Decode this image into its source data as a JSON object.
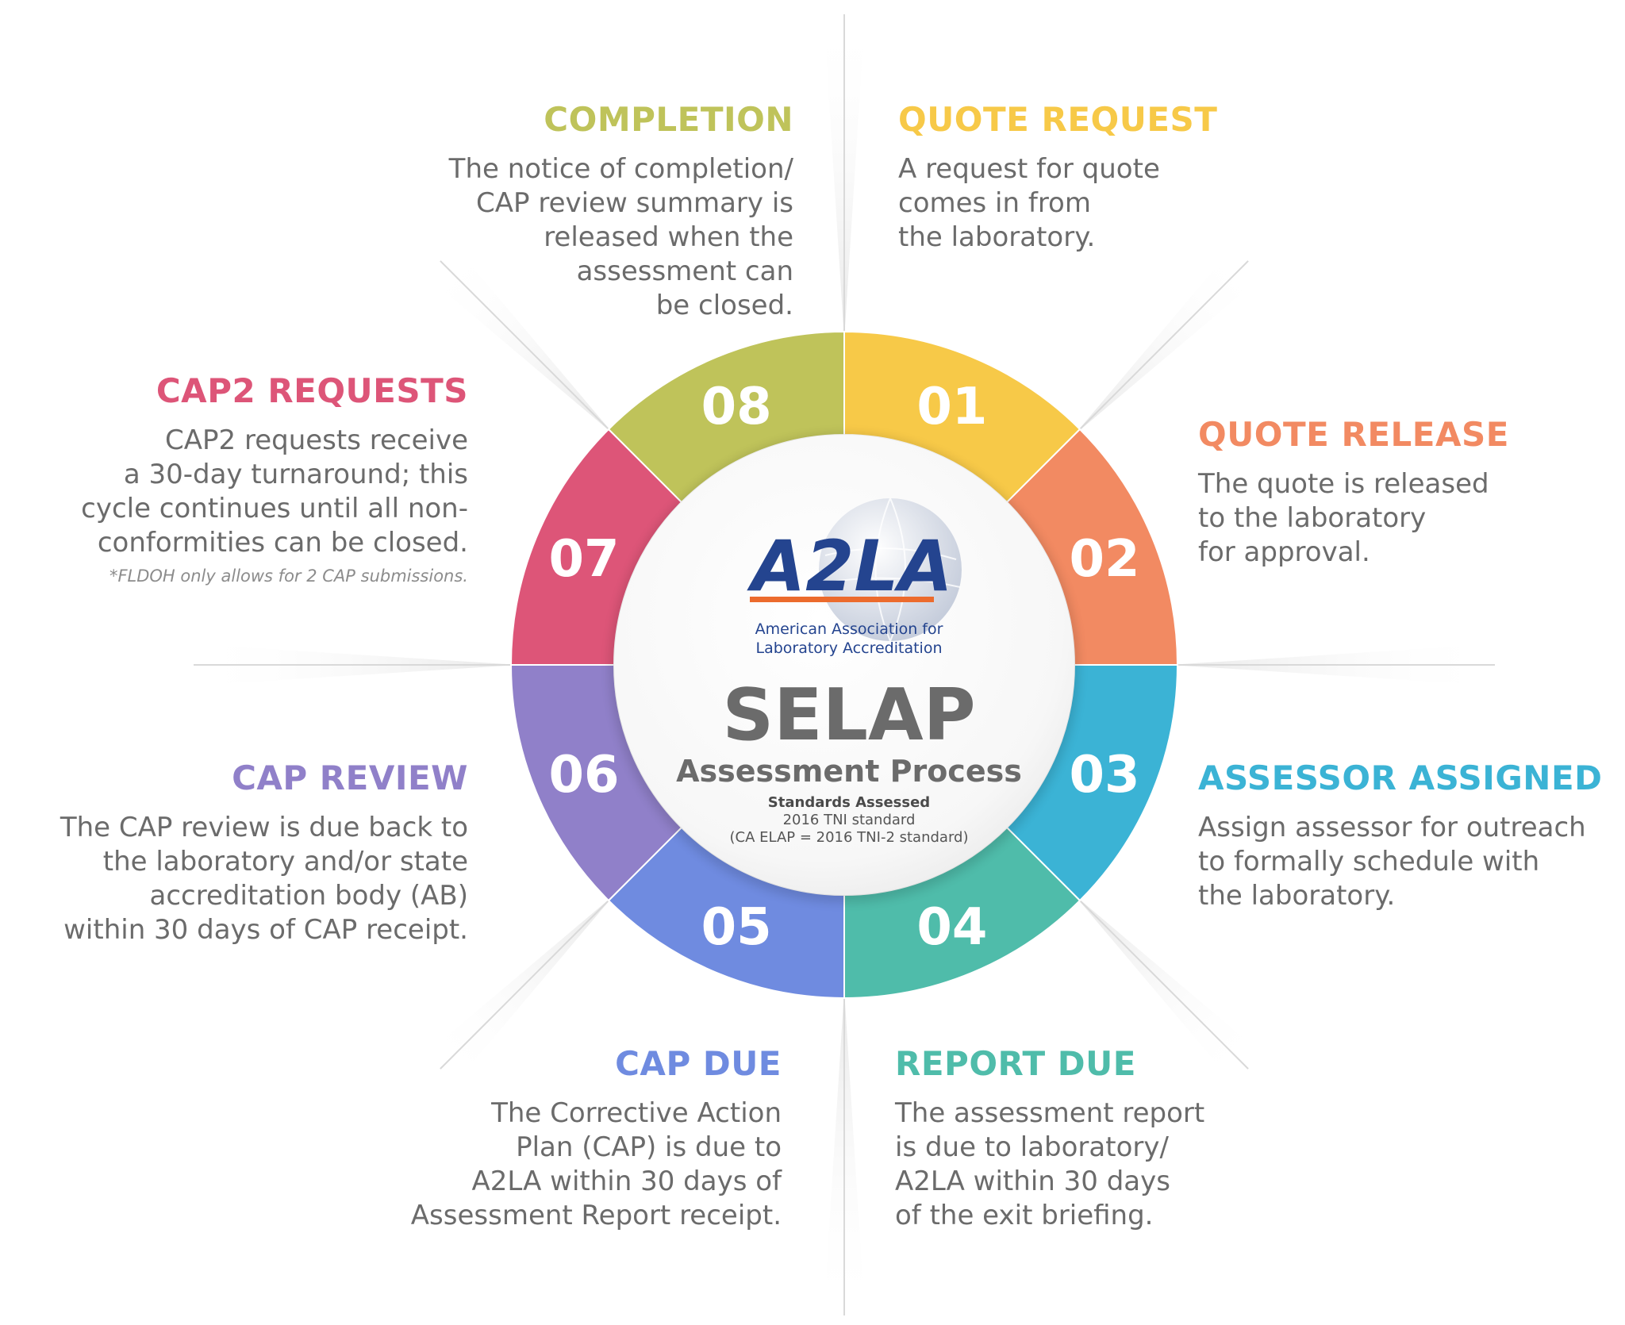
{
  "colors": {
    "step01": "#f7c948",
    "step02": "#f28a62",
    "step03": "#3bb3d5",
    "step04": "#4fbcaa",
    "step05": "#6f8be0",
    "step06": "#9080c9",
    "step07": "#dd5578",
    "step08": "#bfc35a",
    "text": "#6b6b6b",
    "logo_blue": "#24448f",
    "logo_orange": "#ec6b2d"
  },
  "center": {
    "logo_text": "A2LA",
    "org_line1": "American Association for",
    "org_line2": "Laboratory Accreditation",
    "title": "SELAP",
    "subtitle": "Assessment Process",
    "standards_heading": "Standards Assessed",
    "standards_line1": "2016 TNI standard",
    "standards_line2": "(CA ELAP = 2016 TNI-2 standard)"
  },
  "steps": [
    {
      "number": "01",
      "title": "QUOTE REQUEST",
      "text": "A request for quote\ncomes in from\nthe laboratory."
    },
    {
      "number": "02",
      "title": "QUOTE RELEASE",
      "text": "The quote is released\nto the laboratory\nfor approval."
    },
    {
      "number": "03",
      "title": "ASSESSOR ASSIGNED",
      "text": "Assign assessor for outreach\nto formally schedule with\nthe laboratory."
    },
    {
      "number": "04",
      "title": "REPORT DUE",
      "text": "The assessment report\nis due to laboratory/\nA2LA within 30 days\nof the exit briefing."
    },
    {
      "number": "05",
      "title": "CAP DUE",
      "text": "The Corrective Action\nPlan (CAP) is due to\nA2LA within 30 days of\nAssessment Report receipt."
    },
    {
      "number": "06",
      "title": "CAP REVIEW",
      "text": "The CAP review is due back to\nthe laboratory and/or state\naccreditation body (AB)\nwithin 30 days of CAP receipt."
    },
    {
      "number": "07",
      "title": "CAP2 REQUESTS",
      "text": "CAP2 requests receive\na 30-day turnaround; this\ncycle continues until all non-\nconformities can be closed.",
      "note": "*FLDOH only allows for 2 CAP submissions."
    },
    {
      "number": "08",
      "title": "COMPLETION",
      "text": "The notice of completion/\nCAP review summary is\nreleased when the\nassessment can\nbe closed."
    }
  ]
}
